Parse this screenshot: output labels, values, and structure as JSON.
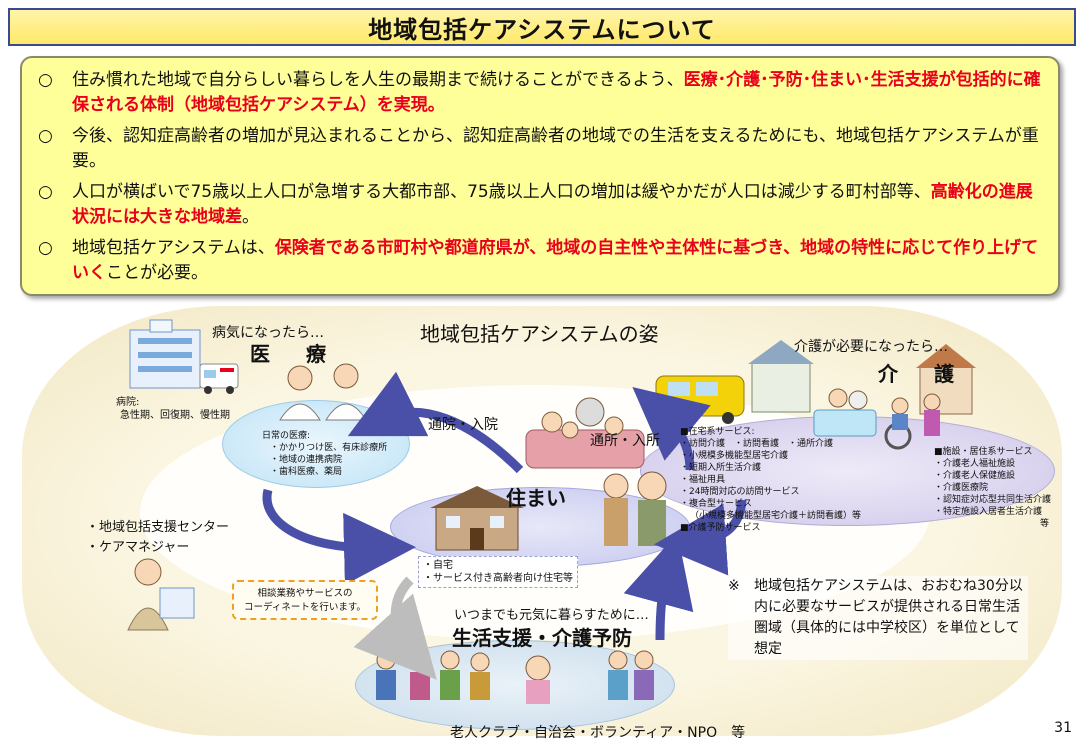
{
  "title": "地域包括ケアシステムについて",
  "summary": {
    "bullet": "○",
    "items": [
      {
        "pre": "住み慣れた地域で自分らしい暮らしを人生の最期まで続けることができるよう、",
        "red": "医療･介護･予防･住まい･生活支援が包括的に確保される体制（地域包括ケアシステム）を実現。",
        "post": ""
      },
      {
        "pre": "今後、認知症高齢者の増加が見込まれることから、認知症高齢者の地域での生活を支えるためにも、地域包括ケアシステムが重要。",
        "red": "",
        "post": ""
      },
      {
        "pre": "人口が横ばいで75歳以上人口が急増する大都市部、75歳以上人口の増加は緩やかだが人口は減少する町村部等、",
        "red": "高齢化の進展状況には大きな地域差",
        "post": "。"
      },
      {
        "pre": "地域包括ケアシステムは、",
        "red": "保険者である市町村や都道府県が、地域の自主性や主体性に基づき、地域の特性に応じて作り上げていく",
        "post": "ことが必要。"
      }
    ]
  },
  "diagram": {
    "title": "地域包括ケアシステムの姿",
    "medical": {
      "lead": "病気になったら…",
      "heading": "医　療",
      "hospital": [
        "病院:",
        "急性期、回復期、慢性期"
      ],
      "daily": [
        "日常の医療:",
        "・かかりつけ医、有床診療所",
        "・地域の連携病院",
        "・歯科医療、薬局"
      ]
    },
    "visit_labels": {
      "hospital": "通院・入院",
      "facility": "通所・入所"
    },
    "care": {
      "lead": "介護が必要になったら…",
      "heading": "介　護",
      "home_services": [
        "■在宅系サービス:",
        "・訪問介護　・訪問看護　・通所介護",
        "・小規模多機能型居宅介護",
        "・短期入所生活介護",
        "・福祉用具",
        "・24時間対応の訪問サービス",
        "・複合型サービス",
        "（小規模多機能型居宅介護＋訪問看護）等",
        "■介護予防サービス"
      ],
      "facility_services": [
        "■施設・居住系サービス",
        "・介護老人福祉施設",
        "・介護老人保健施設",
        "・介護医療院",
        "・認知症対応型共同生活介護",
        "・特定施設入居者生活介護",
        "等"
      ]
    },
    "home": {
      "heading": "住まい",
      "items": [
        "・自宅",
        "・サービス付き高齢者向け住宅等"
      ]
    },
    "support": {
      "roles": [
        "・地域包括支援センター",
        "・ケアマネジャー"
      ],
      "callout": [
        "相談業務やサービスの",
        "コーディネートを行います。"
      ]
    },
    "life": {
      "lead": "いつまでも元気に暮らすために…",
      "heading": "生活支援・介護予防",
      "orgs": "老人クラブ・自治会・ボランティア・NPO　等"
    },
    "note": {
      "mark": "※",
      "text": "地域包括ケアシステムは、おおむね30分以内に必要なサービスが提供される日常生活圏域（具体的には中学校区）を単位として想定"
    }
  },
  "page_number": "31",
  "colors": {
    "accent_red": "#e8001c",
    "summary_bg": "#ffff99",
    "title_bg": "#ffe96a",
    "arrow": "#4a50a8"
  }
}
